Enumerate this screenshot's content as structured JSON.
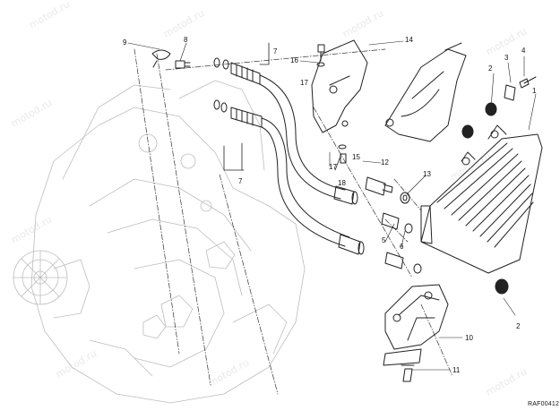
{
  "diagram": {
    "watermark": "motod.ru",
    "drawing_code": "RAF00412",
    "part_numbers": [
      "1",
      "2",
      "2",
      "3",
      "4",
      "5",
      "6",
      "7",
      "7",
      "8",
      "9",
      "10",
      "11",
      "12",
      "13",
      "14",
      "15",
      "16",
      "17",
      "17",
      "18"
    ],
    "colors": {
      "line": "#222222",
      "ghost": "#bdbdbd",
      "watermark": "#e9e9e9"
    }
  }
}
